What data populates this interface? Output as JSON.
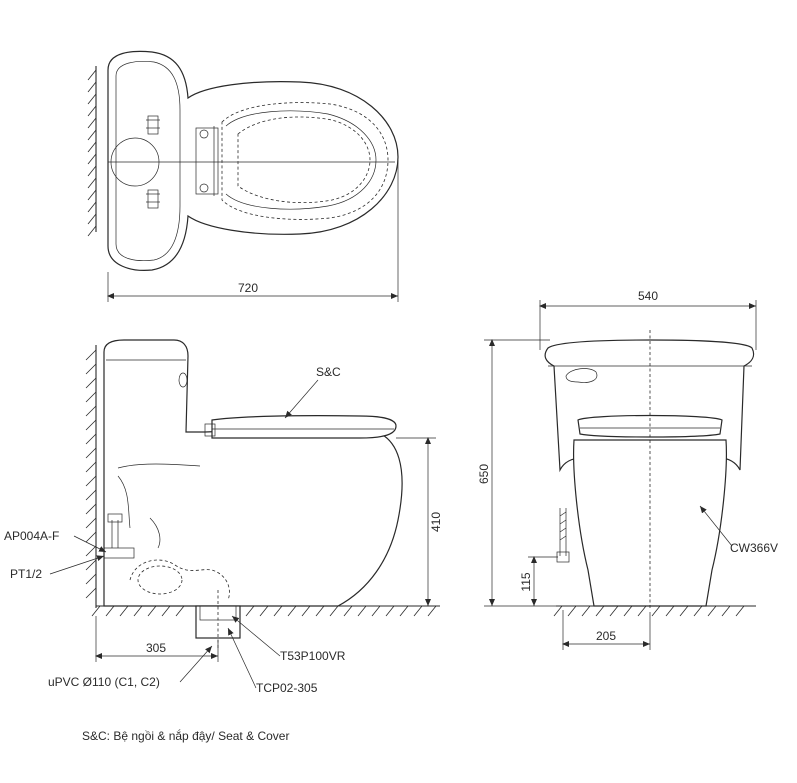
{
  "dimensions": {
    "top_width": "720",
    "side_seat_height": "410",
    "side_offset": "305",
    "front_width": "540",
    "front_height": "650",
    "front_supply_height": "115",
    "front_supply_offset": "205"
  },
  "labels": {
    "seat_cover_code": "S&C",
    "angle_valve_code": "AP004A-F",
    "thread_code": "PT1/2",
    "pipe_spec": "uPVC Ø110 (C1, C2)",
    "flange_code": "T53P100VR",
    "adapter_code": "TCP02-305",
    "hose_code": "CW366V"
  },
  "legend": {
    "note": "S&C: Bệ ngồi & nắp đậy/ Seat & Cover"
  }
}
